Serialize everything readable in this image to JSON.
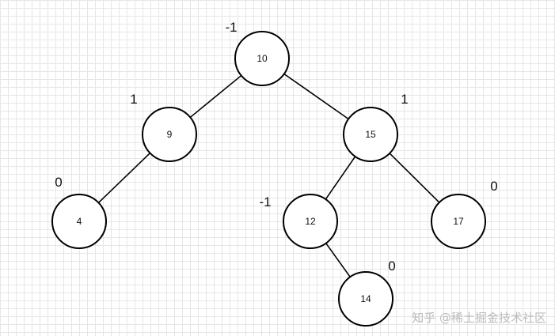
{
  "tree": {
    "nodes": [
      {
        "id": "n10",
        "label": "10",
        "balance": "-1"
      },
      {
        "id": "n9",
        "label": "9",
        "balance": "1"
      },
      {
        "id": "n15",
        "label": "15",
        "balance": "1"
      },
      {
        "id": "n4",
        "label": "4",
        "balance": "0"
      },
      {
        "id": "n12",
        "label": "12",
        "balance": "-1"
      },
      {
        "id": "n17",
        "label": "17",
        "balance": "0"
      },
      {
        "id": "n14",
        "label": "14",
        "balance": "0"
      }
    ],
    "edges": [
      {
        "from": "n10",
        "to": "n9"
      },
      {
        "from": "n10",
        "to": "n15"
      },
      {
        "from": "n9",
        "to": "n4"
      },
      {
        "from": "n15",
        "to": "n12"
      },
      {
        "from": "n15",
        "to": "n17"
      },
      {
        "from": "n12",
        "to": "n14"
      }
    ]
  },
  "watermark": {
    "text": "知乎 @稀土掘金技术社区"
  }
}
